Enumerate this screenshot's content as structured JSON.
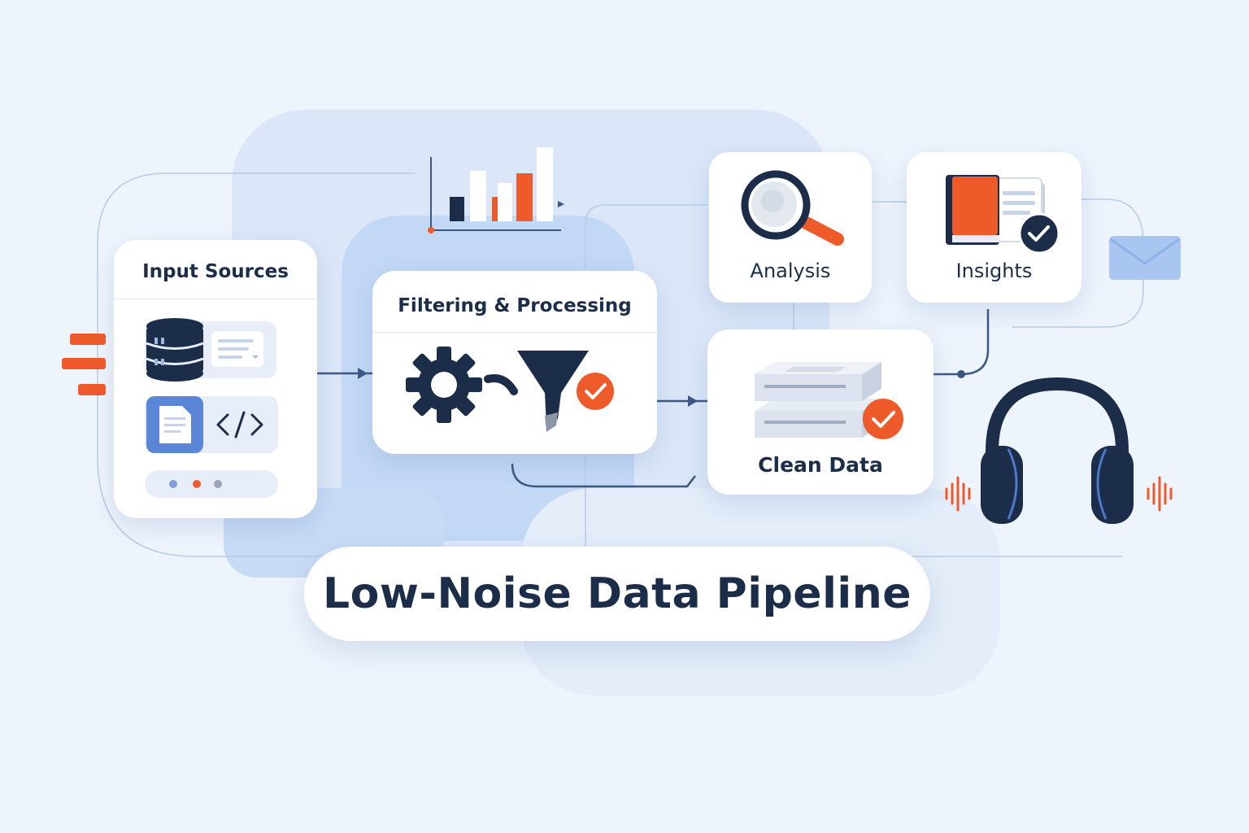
{
  "diagram": {
    "title": "Low-Noise Data Pipeline",
    "nodes": {
      "input": {
        "label": "Input Sources"
      },
      "processing": {
        "label": "Filtering & Processing"
      },
      "analysis": {
        "label": "Analysis"
      },
      "insights": {
        "label": "Insights"
      },
      "clean": {
        "label": "Clean Data"
      }
    },
    "icons": [
      "database-icon",
      "message-card-icon",
      "document-icon",
      "code-icon",
      "dots-indicator",
      "gear-icon",
      "funnel-icon",
      "check-icon",
      "magnifier-icon",
      "book-icon",
      "server-stack-icon",
      "bar-chart-icon",
      "envelope-icon",
      "headphones-icon",
      "sound-wave-icon"
    ],
    "colors": {
      "navy": "#1c2d4a",
      "orange": "#ef5a2a",
      "blue": "#5b86d6",
      "background": "#eef4fc"
    }
  }
}
